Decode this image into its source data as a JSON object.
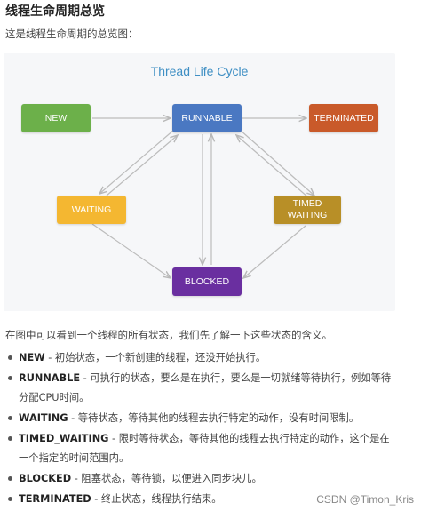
{
  "heading": "线程生命周期总览",
  "intro": "这是线程生命周期的总览图：",
  "diagram": {
    "title": "Thread Life Cycle",
    "states": {
      "new": {
        "label": "NEW",
        "color": "#6cb04a"
      },
      "runnable": {
        "label": "RUNNABLE",
        "color": "#4a78c2"
      },
      "terminated": {
        "label": "TERMINATED",
        "color": "#c95a2a"
      },
      "waiting": {
        "label": "WAITING",
        "color": "#f4b731"
      },
      "timed_waiting": {
        "label": "TIMED WAITING",
        "color": "#b88f27"
      },
      "blocked": {
        "label": "BLOCKED",
        "color": "#6a2fa0"
      }
    }
  },
  "summary": "在图中可以看到一个线程的所有状态，我们先了解一下这些状态的含义。",
  "items": [
    {
      "term": "NEW",
      "desc": " - 初始状态，一个新创建的线程，还没开始执行。"
    },
    {
      "term": "RUNNABLE",
      "desc": " - 可执行的状态，要么是在执行，要么是一切就绪等待执行，例如等待分配CPU时间。"
    },
    {
      "term": "WAITING",
      "desc": " - 等待状态，等待其他的线程去执行特定的动作，没有时间限制。"
    },
    {
      "term": "TIMED_WAITING",
      "desc": " - 限时等待状态，等待其他的线程去执行特定的动作，这个是在一个指定的时间范围内。"
    },
    {
      "term": "BLOCKED",
      "desc": " - 阻塞状态，等待锁，以便进入同步块儿。"
    },
    {
      "term": "TERMINATED",
      "desc": " - 终止状态，线程执行结束。"
    }
  ],
  "watermark": "CSDN @Timon_Kris"
}
